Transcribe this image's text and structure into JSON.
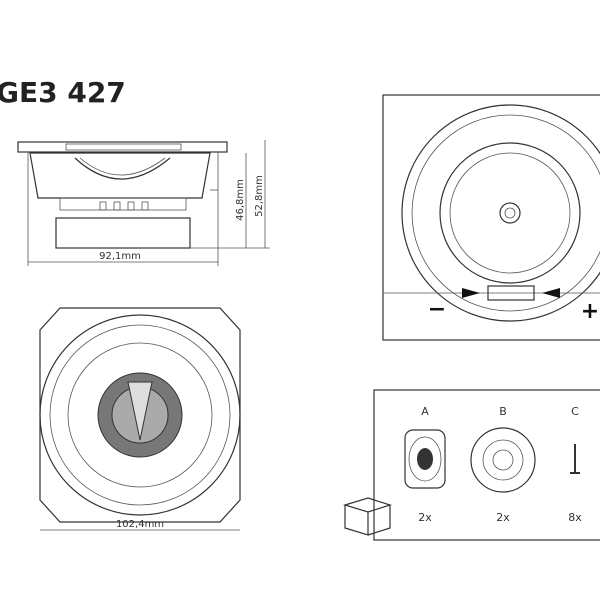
{
  "title": "GE3 427",
  "side_view": {
    "height_inner": "46,8mm",
    "height_total": "52,8mm",
    "width": "92,1mm"
  },
  "front_view": {
    "width": "102,4mm"
  },
  "rear_view": {
    "minus": "−",
    "plus": "+"
  },
  "contents": {
    "items": [
      {
        "letter": "A",
        "qty": "2x"
      },
      {
        "letter": "B",
        "qty": "2x"
      },
      {
        "letter": "C",
        "qty": "8x"
      }
    ]
  }
}
